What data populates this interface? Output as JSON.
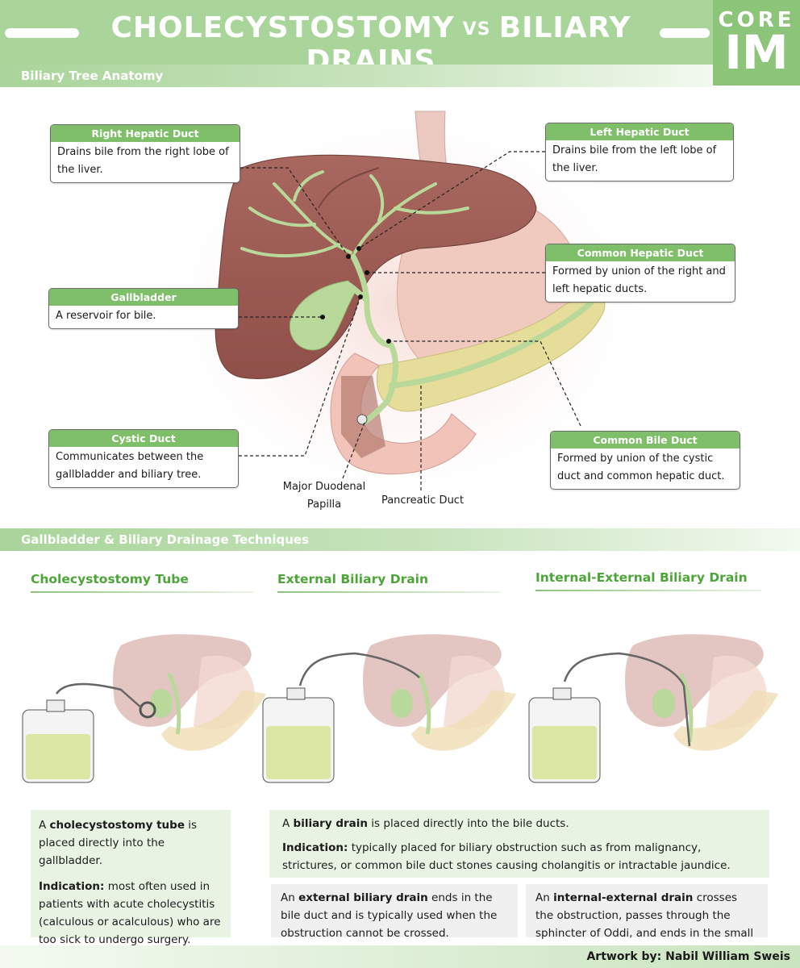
{
  "header": {
    "title_left": "CHOLECYSTOSTOMY",
    "title_vs": "VS",
    "title_right": "BILIARY DRAINS",
    "logo_top": "CORE",
    "logo_bottom": "IM"
  },
  "sections": {
    "anatomy": "Biliary Tree Anatomy",
    "techniques": "Gallbladder & Biliary Drainage Techniques"
  },
  "anatomy": {
    "callouts": [
      {
        "title": "Right Hepatic Duct",
        "text": "Drains bile from the right lobe of the liver."
      },
      {
        "title": "Left Hepatic Duct",
        "text": "Drains bile from the left lobe of the liver."
      },
      {
        "title": "Common Hepatic Duct",
        "text": "Formed by union of the right and left hepatic ducts."
      },
      {
        "title": "Gallbladder",
        "text": "A reservoir for bile."
      },
      {
        "title": "Cystic Duct",
        "text": "Communicates between the gallbladder and biliary tree."
      },
      {
        "title": "Common Bile Duct",
        "text": "Formed by union of the cystic duct and common hepatic duct."
      }
    ],
    "labels": {
      "papilla_1": "Major Duodenal",
      "papilla_2": "Papilla",
      "pancreatic_duct": "Pancreatic Duct"
    }
  },
  "techniques": {
    "headings": [
      "Cholecystostomy Tube",
      "External Biliary Drain",
      "Internal-External Biliary Drain"
    ],
    "chole_box": {
      "p1_a": "A ",
      "p1_b": "cholecystostomy tube",
      "p1_c": " is placed directly into the gallbladder.",
      "p2_a": "Indication:",
      "p2_b": " most often used in patients with acute cholecystitis (calculous or acalculous) who are too sick to undergo surgery."
    },
    "biliary_box": {
      "p1_a": "A ",
      "p1_b": "biliary drain",
      "p1_c": " is placed directly into the bile ducts.",
      "p2_a": "Indication:",
      "p2_b": " typically placed for biliary obstruction such as from malignancy, strictures, or common bile duct stones causing cholangitis or intractable jaundice."
    },
    "external_box": {
      "a": "An ",
      "b": "external biliary drain",
      "c": " ends in the bile duct and is typically used when the obstruction cannot be crossed."
    },
    "internal_box": {
      "a": "An ",
      "b": "internal-external drain",
      "c": " crosses the obstruction, passes through the sphincter of Oddi, and ends in the small bowel."
    }
  },
  "footer": {
    "credit": "Artwork by: Nabil William Sweis"
  },
  "colors": {
    "brand_green": "#a9d49a",
    "heading_green": "#4da53a",
    "liver": "#a8675f",
    "bile": "#b9d99a"
  }
}
